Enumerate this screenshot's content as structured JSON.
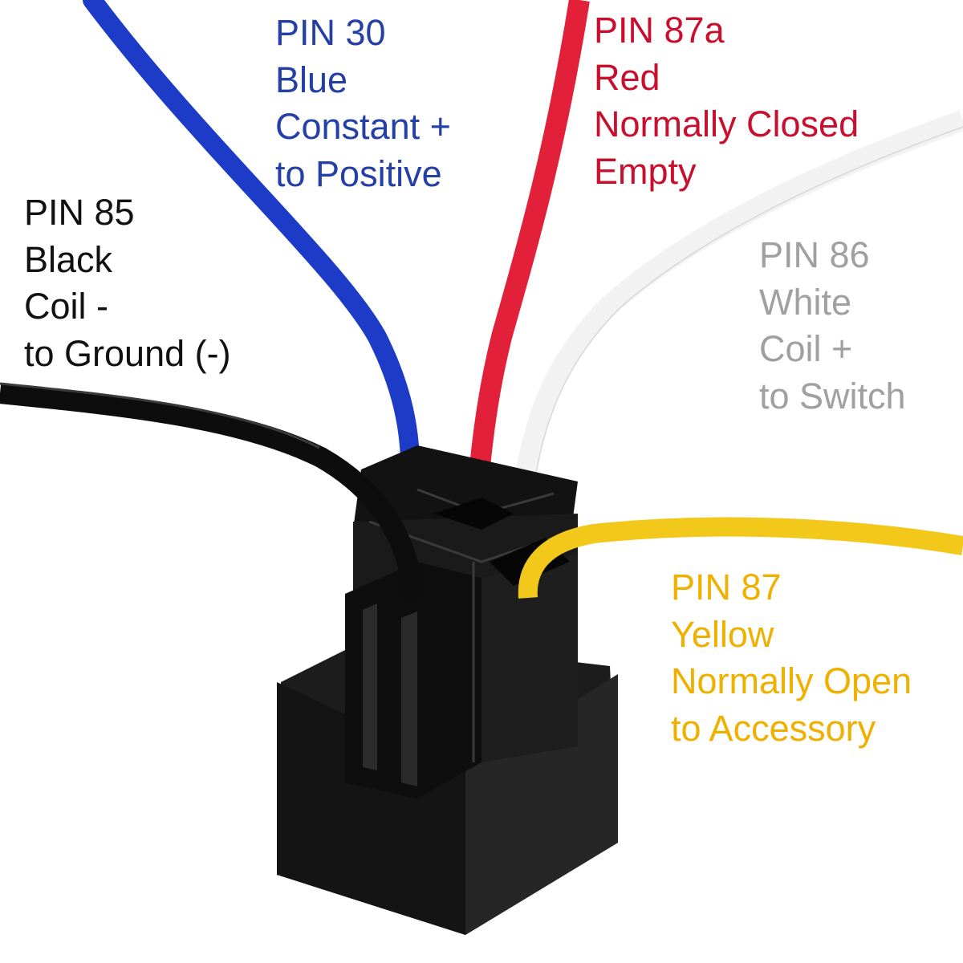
{
  "colors": {
    "blue": "#2440a6",
    "red": "#c8102e",
    "white_text": "#a0a0a0",
    "yellow": "#f0b000",
    "black": "#111111"
  },
  "labels": {
    "pin30": {
      "lines": [
        "PIN 30",
        "Blue",
        "Constant +",
        "to Positive"
      ]
    },
    "pin87a": {
      "lines": [
        "PIN 87a",
        "Red",
        "Normally Closed",
        "Empty"
      ]
    },
    "pin85": {
      "lines": [
        "PIN 85",
        "Black",
        "Coil -",
        "to Ground (-)"
      ]
    },
    "pin86": {
      "lines": [
        "PIN 86",
        "White",
        "Coil +",
        "to Switch"
      ]
    },
    "pin87": {
      "lines": [
        "PIN 87",
        "Yellow",
        "Normally Open",
        "to Accessory"
      ]
    }
  }
}
